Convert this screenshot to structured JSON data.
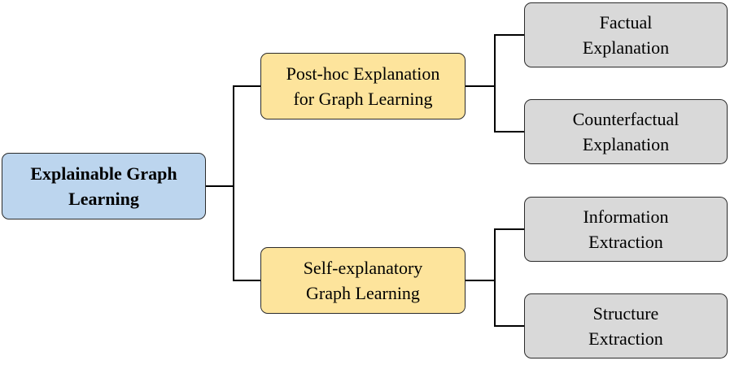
{
  "diagram": {
    "colors": {
      "root_fill": "#bcd5ee",
      "mid_fill": "#fde49c",
      "leaf_fill": "#d9d9d9",
      "line": "#000000"
    },
    "root": {
      "label": "Explainable Graph\nLearning"
    },
    "branches": [
      {
        "label": "Post-hoc Explanation\nfor Graph Learning",
        "children": [
          {
            "label": "Factual\nExplanation"
          },
          {
            "label": "Counterfactual\nExplanation"
          }
        ]
      },
      {
        "label": "Self-explanatory\nGraph Learning",
        "children": [
          {
            "label": "Information\nExtraction"
          },
          {
            "label": "Structure\nExtraction"
          }
        ]
      }
    ]
  }
}
